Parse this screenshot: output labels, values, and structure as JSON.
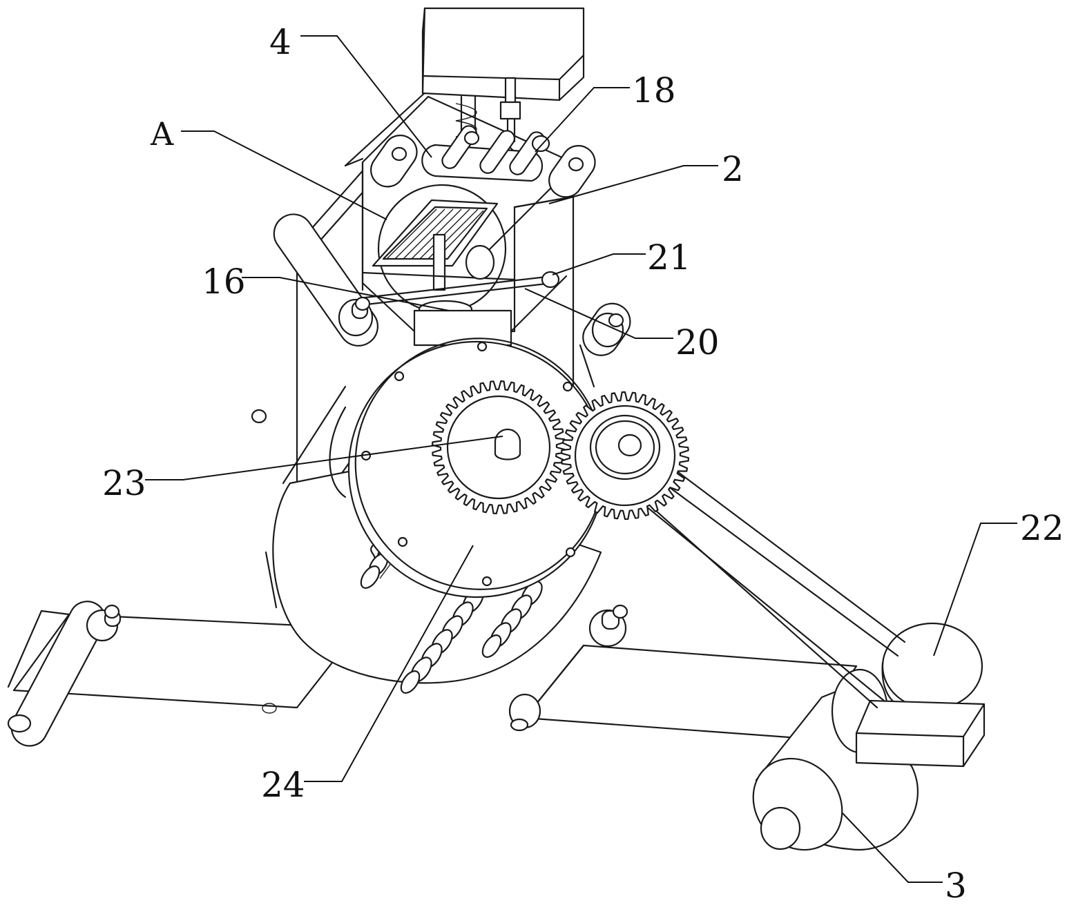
{
  "labels": {
    "l4": "4",
    "l18": "18",
    "lA": "A",
    "l2": "2",
    "l21": "21",
    "l16": "16",
    "l20": "20",
    "l23": "23",
    "l22": "22",
    "l24": "24",
    "l3": "3"
  }
}
